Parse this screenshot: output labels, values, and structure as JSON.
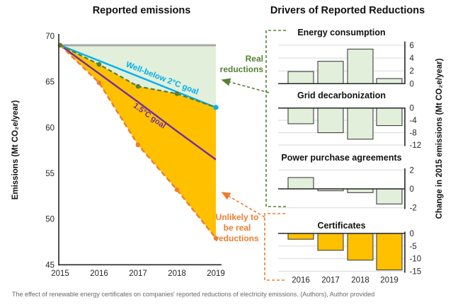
{
  "titles": {
    "right_panel": "Drivers of Reported Reductions"
  },
  "axis_labels": {
    "left_y": "Emissions (Mt CO₂e/year)",
    "right_y": "Change in 2015 emissions (Mt CO₂e/year)"
  },
  "annotations": {
    "real_reductions": "Real reductions",
    "unlikely": "Unlikely to be real reductions",
    "well_below": "Well-below 2°C goal",
    "one_point_five": "1.5°C goal"
  },
  "caption": "The effect of renewable energy certificates on companies' reported reductions of electricity emissions. (Authors), Author provided",
  "colors": {
    "green_area": "#e2efda",
    "orange_area": "#ffc000",
    "reported_line": "#548235",
    "without_certificates_line": "#ed7d31",
    "goal_2c_line": "#00b0f0",
    "goal_15_line": "#7030a0",
    "baseline_line": "#a6a6a6",
    "green_bar_fill": "#e2efda",
    "orange_bar_fill": "#ffc000",
    "bar_stroke": "#404040",
    "annotation_green": "#538135",
    "annotation_orange": "#ed7d31",
    "gridline": "#d9d9d9",
    "axis": "#262626",
    "caption_text": "#696969"
  },
  "chart_data": [
    {
      "id": "main",
      "type": "line",
      "title": "Reported emissions",
      "ylabel": "Emissions (Mt CO₂e/year)",
      "x": [
        2015,
        2016,
        2017,
        2018,
        2019
      ],
      "xticks": [
        "2015",
        "2016",
        "2017",
        "2018",
        "2019"
      ],
      "yticks": [
        70,
        65,
        60,
        55,
        50,
        45
      ],
      "ylim": [
        45,
        70
      ],
      "grid": false,
      "series": [
        {
          "name": "2015-baseline",
          "color": "#a6a6a6",
          "dash": false,
          "values": [
            69,
            69,
            69,
            69,
            69
          ]
        },
        {
          "name": "well-below-2c-goal",
          "color": "#00b0f0",
          "dash": false,
          "values": [
            69,
            67.3,
            65.6,
            63.9,
            62.2
          ]
        },
        {
          "name": "1-5c-goal",
          "color": "#7030a0",
          "dash": false,
          "values": [
            69,
            65.9,
            62.8,
            59.6,
            56.5
          ]
        },
        {
          "name": "reported-emissions",
          "color": "#548235",
          "dash": true,
          "values": [
            69,
            66.9,
            64.5,
            63.7,
            62.2
          ]
        },
        {
          "name": "without-certificates",
          "color": "#ed7d31",
          "dash": true,
          "values": [
            69,
            64.9,
            58.1,
            53.2,
            47.9
          ]
        }
      ],
      "areas": [
        {
          "upper": "2015-baseline",
          "lower": "reported-emissions",
          "color": "#e2efda",
          "label": "Real reductions"
        },
        {
          "upper": "reported-emissions",
          "lower": "without-certificates",
          "color": "#ffc000",
          "label": "Unlikely to be real reductions"
        }
      ]
    },
    {
      "id": "energy",
      "type": "bar",
      "title": "Energy consumption",
      "categories": [
        "2016",
        "2017",
        "2018",
        "2019"
      ],
      "values": [
        1.9,
        3.5,
        5.4,
        0.8
      ],
      "yticks": [
        6,
        4,
        2,
        0
      ],
      "ylim": [
        0,
        6.5
      ],
      "bar_color": "#e2efda",
      "show_x_labels": false
    },
    {
      "id": "grid",
      "type": "bar",
      "title": "Grid decarbonization",
      "categories": [
        "2016",
        "2017",
        "2018",
        "2019"
      ],
      "values": [
        -5.1,
        -8.0,
        -10.1,
        -5.7
      ],
      "yticks": [
        0,
        -4,
        -8,
        -12
      ],
      "ylim": [
        -12.3,
        0
      ],
      "bar_color": "#e2efda",
      "show_x_labels": false
    },
    {
      "id": "ppa",
      "type": "bar",
      "title": "Power purchase agreements",
      "categories": [
        "2016",
        "2017",
        "2018",
        "2019"
      ],
      "values": [
        1.2,
        -0.2,
        -0.4,
        -1.6
      ],
      "yticks": [
        2,
        0,
        -2
      ],
      "ylim": [
        -2.2,
        2.1
      ],
      "bar_color": "#e2efda",
      "show_x_labels": false
    },
    {
      "id": "certificates",
      "type": "bar",
      "title": "Certificates",
      "categories": [
        "2016",
        "2017",
        "2018",
        "2019"
      ],
      "values": [
        -2.3,
        -6.7,
        -10.6,
        -14.5
      ],
      "yticks": [
        0,
        -5,
        -10,
        -15
      ],
      "ylim": [
        -15.2,
        0
      ],
      "bar_color": "#ffc000",
      "show_x_labels": true
    }
  ]
}
